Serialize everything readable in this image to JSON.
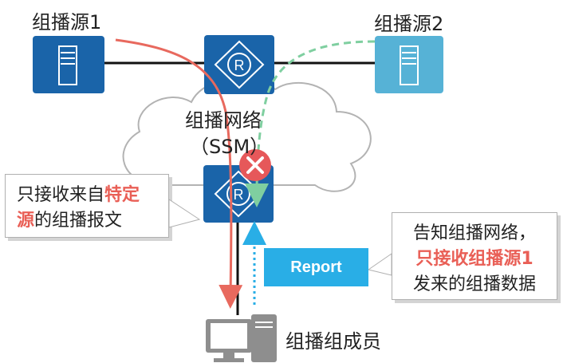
{
  "labels": {
    "source1": "组播源1",
    "source2": "组播源2",
    "network": "组播网络",
    "ssm": "（SSM）",
    "member": "组播组成员"
  },
  "callout_left": {
    "text_a": "只接收来自",
    "highlight_a": "特定",
    "highlight_b": "源",
    "text_b": "的组播报文"
  },
  "callout_right": {
    "line1": "告知组播网络，",
    "line2_highlight": "只接收组播源1",
    "line3": "发来的组播数据"
  },
  "report_label": "Report",
  "colors": {
    "router_blue": "#1a64a9",
    "server1_blue": "#1a64a9",
    "server2_light": "#56b2d6",
    "red_path": "#e8695e",
    "green_dashed": "#7fcfa0",
    "report_blue": "#29aee6",
    "reject_red": "#e6585a",
    "pc_gray": "#8e8e8e"
  },
  "icons": [
    "server-icon",
    "router-icon",
    "cloud-icon",
    "reject-icon",
    "pc-icon"
  ]
}
